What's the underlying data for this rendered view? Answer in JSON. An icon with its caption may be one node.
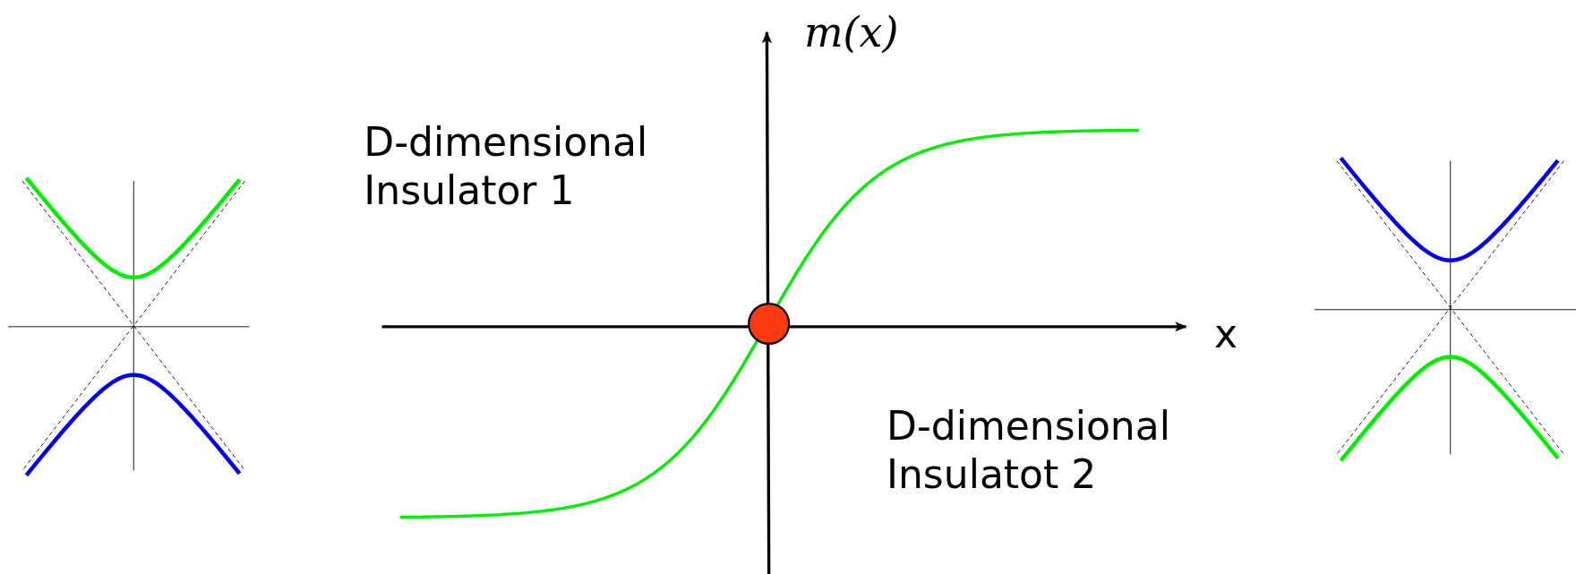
{
  "diagram": {
    "labels": [
      "m(x)",
      "D-dimensional Insulator 1",
      "x",
      "D-dimensional Insulatot 2"
    ]
  }
}
